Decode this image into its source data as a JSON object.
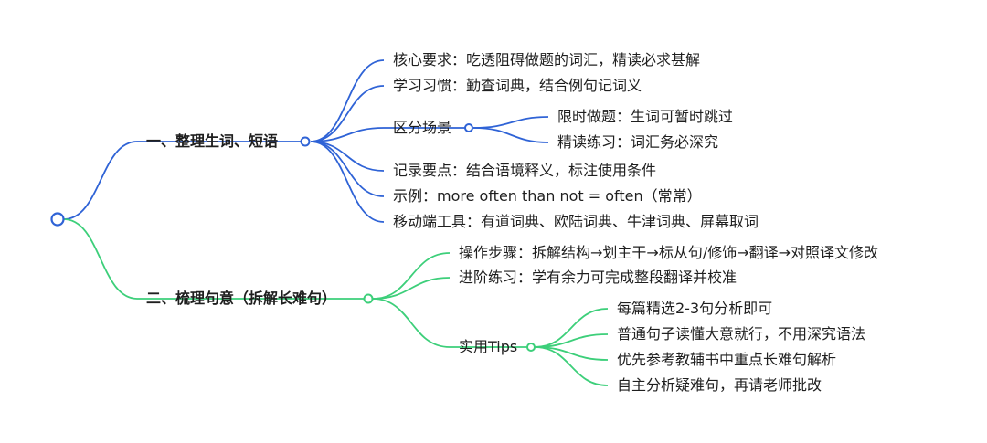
{
  "colors": {
    "blue": "#2f63d6",
    "green": "#3dcf7a",
    "text": "#1f1f1f",
    "background": "#ffffff"
  },
  "mindmap": {
    "branch1": {
      "title": "一、整理生词、短语",
      "items": [
        "核心要求：吃透阻碍做题的词汇，精读必求甚解",
        "学习习惯：勤查词典，结合例句记词义",
        "区分场景",
        "记录要点：结合语境释义，标注使用条件",
        "示例：more often than not = often（常常）",
        "移动端工具：有道词典、欧陆词典、牛津词典、屏幕取词"
      ],
      "scene_children": [
        "限时做题：生词可暂时跳过",
        "精读练习：词汇务必深究"
      ]
    },
    "branch2": {
      "title": "二、梳理句意（拆解长难句）",
      "items": [
        "操作步骤：拆解结构→划主干→标从句/修饰→翻译→对照译文修改",
        "进阶练习：学有余力可完成整段翻译并校准",
        "实用Tips"
      ],
      "tips_children": [
        "每篇精选2-3句分析即可",
        "普通句子读懂大意就行，不用深究语法",
        "优先参考教辅书中重点长难句解析",
        "自主分析疑难句，再请老师批改"
      ]
    }
  }
}
